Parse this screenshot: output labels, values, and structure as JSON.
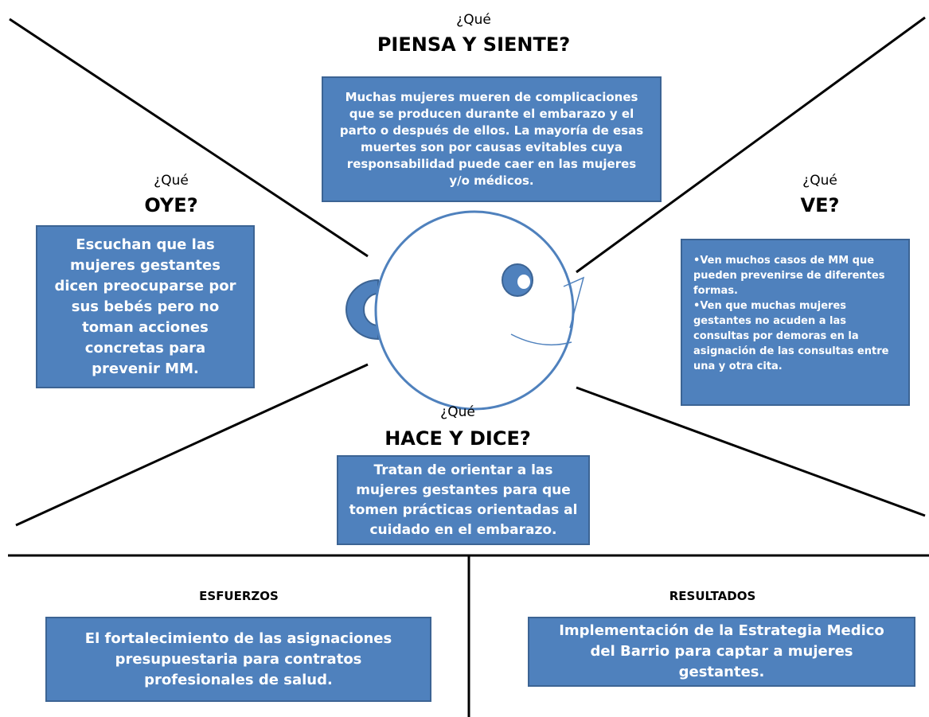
{
  "colors": {
    "box_fill": "#4f81bd",
    "box_border": "#3c6494",
    "face_stroke": "#4f81bd"
  },
  "top": {
    "question": "¿Qué",
    "title": "PIENSA Y SIENTE?",
    "text": "Muchas mujeres mueren de complicaciones que se producen durante el embarazo y el parto o después de ellos. La mayoría de esas muertes son por causas evitables cuya responsabilidad  puede caer en las mujeres y/o médicos."
  },
  "left": {
    "question": "¿Qué",
    "title": "OYE?",
    "text": "Escuchan que las mujeres gestantes dicen preocuparse por sus bebés pero no toman acciones concretas para prevenir MM."
  },
  "right": {
    "question": "¿Qué",
    "title": "VE?",
    "items": [
      "Ven muchos casos de MM que pueden prevenirse de diferentes formas.",
      "Ven que muchas mujeres gestantes no acuden a las consultas por demoras en la asignación  de las consultas  entre una y otra cita."
    ]
  },
  "bottom": {
    "question": "¿Qué",
    "title": "HACE Y DICE?",
    "text": "Tratan de orientar a las mujeres gestantes para que tomen prácticas orientadas al cuidado en el embarazo."
  },
  "efforts": {
    "label": "ESFUERZOS",
    "text": "El fortalecimiento de las asignaciones presupuestaria  para contratos profesionales de  salud."
  },
  "results": {
    "label": "RESULTADOS",
    "text": "Implementación de la Estrategia Medico del Barrio para captar a mujeres gestantes."
  }
}
